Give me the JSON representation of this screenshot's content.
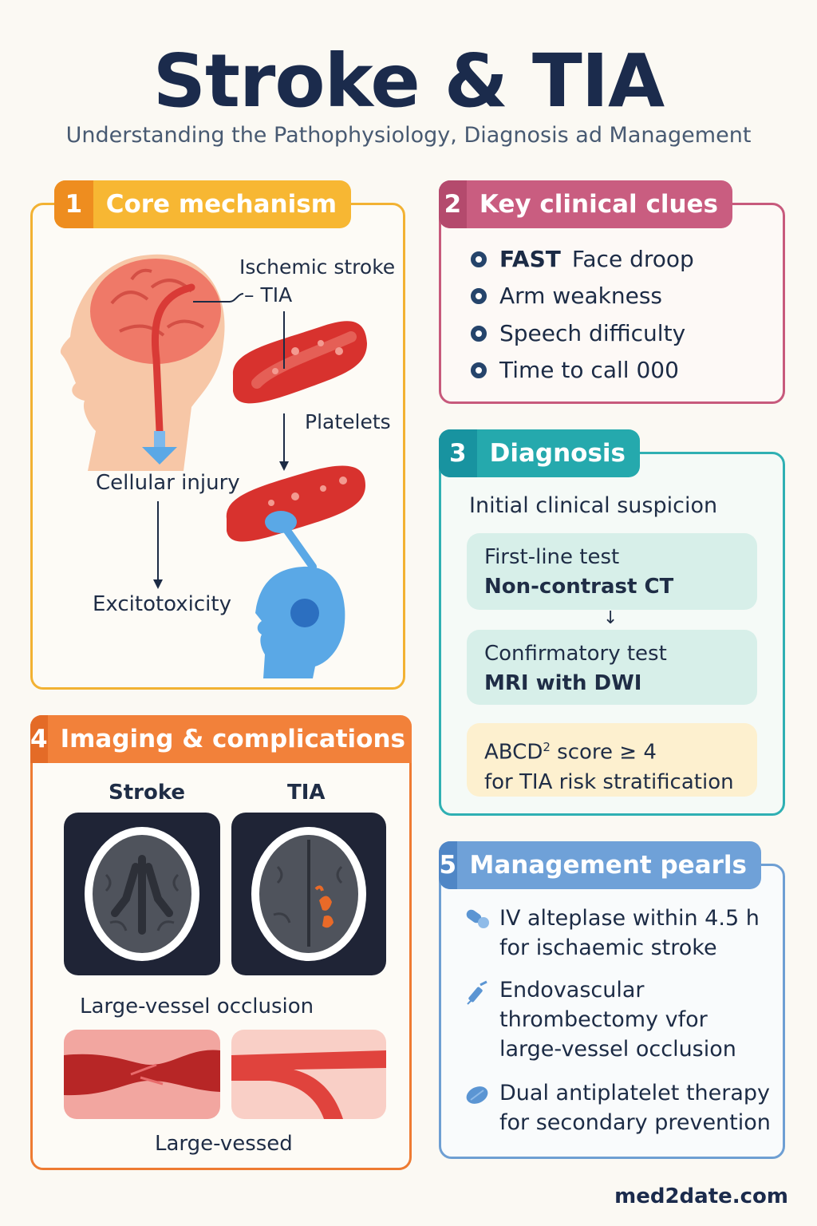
{
  "header": {
    "title": "Stroke & TIA",
    "subtitle": "Understanding the Pathophysiology, Diagnosis ad Management"
  },
  "panel1": {
    "num": "1",
    "title": "Core mechanism",
    "labels": {
      "ischemic": "Ischemic stroke",
      "tia": "– TIA",
      "platelets": "Platelets",
      "cellular": "Cellular injury",
      "excito": "Excitotoxicity"
    }
  },
  "panel2": {
    "num": "2",
    "title": "Key clinical clues",
    "items": [
      {
        "strong": "FAST",
        "text": "Face droop"
      },
      {
        "strong": "",
        "text": "Arm weakness"
      },
      {
        "strong": "",
        "text": "Speech difficulty"
      },
      {
        "strong": "",
        "text": "Time to call 000"
      }
    ]
  },
  "panel3": {
    "num": "3",
    "title": "Diagnosis",
    "intro": "Initial clinical suspicion",
    "first_label": "First-line test",
    "first_value": "Non-contrast CT",
    "arrow": "↓",
    "confirm_label": "Confirmatory test",
    "confirm_value": "MRI with DWI",
    "score_prefix": "ABCD",
    "score_sup": "2",
    "score_suffix": " score ≥ 4",
    "score_line2": "for TIA risk stratification"
  },
  "panel4": {
    "num": "4",
    "title": "Imaging & complications",
    "scan_left": "Stroke",
    "scan_right": "TIA",
    "occlusion_label": "Large-vessel occlusion",
    "bottom_label": "Large-vessed"
  },
  "panel5": {
    "num": "5",
    "title": "Management pearls",
    "items": [
      {
        "line1": "IV alteplase within 4.5 h",
        "line2": "for ischaemic stroke",
        "icon": "pill-icon"
      },
      {
        "line1": "Endovascular",
        "line2": "thrombectomy vfor",
        "line3": "large-vessel occlusion",
        "icon": "syringe-icon"
      },
      {
        "line1": "Dual antiplatelet therapy",
        "line2": "for secondary prevention",
        "icon": "tablet-icon"
      }
    ]
  },
  "footer": {
    "site": "med2date.com"
  },
  "colors": {
    "navy": "#1b2b4c",
    "orange_yellow": "#f7b733",
    "rose": "#c95d80",
    "teal": "#25a9ad",
    "orange": "#f2813a",
    "blue": "#6fa1d8",
    "artery_red": "#d93a36",
    "flow_blue": "#5aa8e6"
  }
}
